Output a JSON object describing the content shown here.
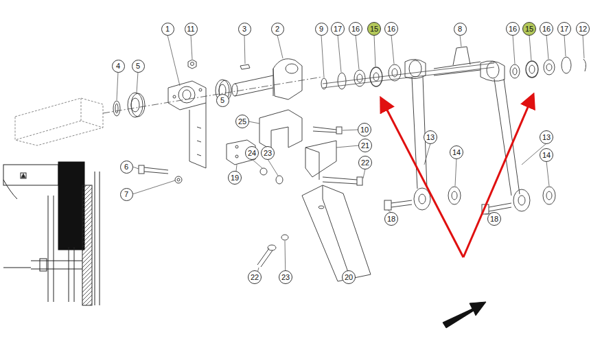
{
  "diagram": {
    "nodes": [
      {
        "text": [
          "1"
        ]
      },
      {
        "text": [
          "11"
        ]
      },
      {
        "text": [
          "3"
        ]
      },
      {
        "text": [
          "2"
        ]
      },
      {
        "text": [
          "9"
        ]
      },
      {
        "text": [
          "17"
        ]
      },
      {
        "text": [
          "16"
        ]
      },
      {
        "text": [
          "15"
        ]
      },
      {
        "text": [
          "16"
        ]
      },
      {
        "text": [
          "8"
        ]
      },
      {
        "text": [
          "16"
        ]
      },
      {
        "text": [
          "15"
        ]
      },
      {
        "text": [
          "16"
        ]
      },
      {
        "text": [
          "17"
        ]
      },
      {
        "text": [
          "12"
        ]
      },
      {
        "text": [
          "4"
        ]
      },
      {
        "text": [
          "5"
        ]
      },
      {
        "text": [
          "5"
        ]
      },
      {
        "text": [
          "25"
        ]
      },
      {
        "text": [
          "10"
        ]
      },
      {
        "text": [
          "13"
        ]
      },
      {
        "text": [
          "13"
        ]
      },
      {
        "text": [
          "14"
        ]
      },
      {
        "text": [
          "14"
        ]
      },
      {
        "text": [
          "24"
        ]
      },
      {
        "text": [
          "23"
        ]
      },
      {
        "text": [
          "21"
        ]
      },
      {
        "text": [
          "22"
        ]
      },
      {
        "text": [
          "6"
        ]
      },
      {
        "text": [
          "7"
        ]
      },
      {
        "text": [
          "19"
        ]
      },
      {
        "text": [
          "18"
        ]
      },
      {
        "text": [
          "18"
        ]
      },
      {
        "text": [
          "22"
        ]
      },
      {
        "text": [
          "23"
        ]
      },
      {
        "text": [
          "20"
        ]
      }
    ]
  }
}
